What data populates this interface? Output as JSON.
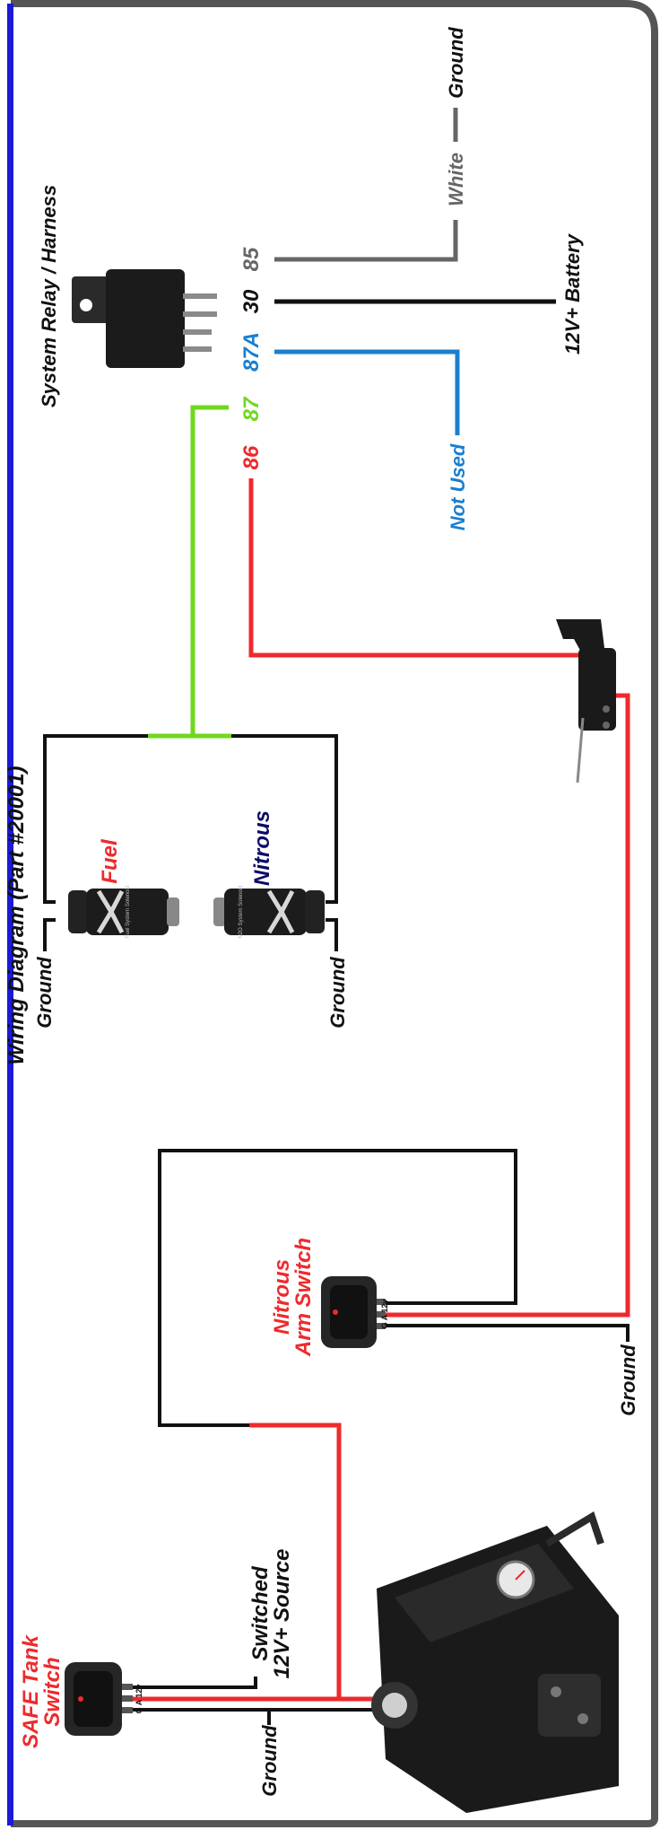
{
  "colors": {
    "red": "#ee2a2d",
    "green": "#6fd81c",
    "blue": "#1a7fd0",
    "black": "#111111",
    "gray": "#666666",
    "border_blue": "#1a1ad8",
    "frame_gray": "#555555",
    "navy": "#0c0c66"
  },
  "header": {
    "partial_title": "Wiring Diagram (Part #20001)"
  },
  "relay": {
    "title": "System Relay / Harness",
    "pins": {
      "p85": "85",
      "p30": "30",
      "p87a": "87A",
      "p87": "87",
      "p86": "86"
    }
  },
  "labels": {
    "white": "White",
    "ground_top": "Ground",
    "battery": "12V+ Battery",
    "not_used": "Not Used",
    "fuel": "Fuel",
    "nitrous": "Nitrous",
    "ground_fuel": "Ground",
    "ground_nitrous": "Ground",
    "nitrous_arm_switch_line1": "Nitrous",
    "nitrous_arm_switch_line2": "Arm Switch",
    "ground_arm": "Ground",
    "safe_tank_line1": "SAFE Tank",
    "safe_tank_line2": "Switch",
    "switched_line1": "Switched",
    "switched_line2": "12V+ Source",
    "ground_safe": "Ground",
    "switch_terminals": "G A 12v",
    "fuel_solenoid_text": "Fuel System Solenoid",
    "nitrous_solenoid_text": "N2O System Solenoid"
  }
}
